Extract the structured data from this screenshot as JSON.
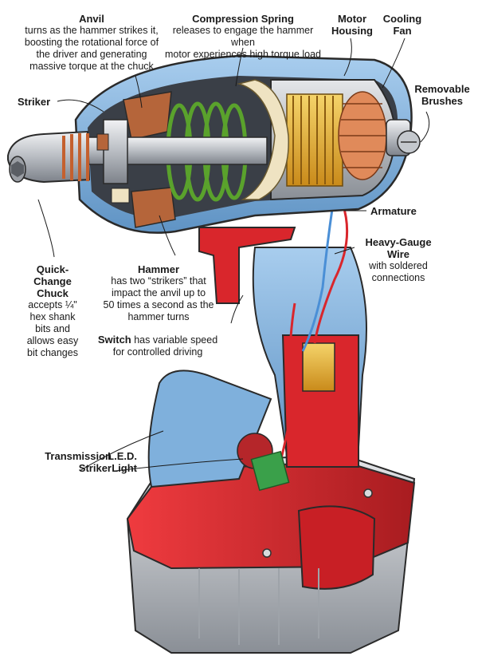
{
  "labels": {
    "anvil": {
      "title": "Anvil",
      "lines": [
        "turns as the hammer strikes it,",
        "boosting the rotational force of",
        "the driver and generating",
        "massive torque at the chuck"
      ]
    },
    "compression_spring": {
      "title": "Compression Spring",
      "lines": [
        "releases to engage the hammer when",
        "motor experiences high torque load"
      ]
    },
    "motor_housing": {
      "title_lines": [
        "Motor",
        "Housing"
      ]
    },
    "cooling_fan": {
      "title_lines": [
        "Cooling",
        "Fan"
      ]
    },
    "removable_brushes": {
      "title_lines": [
        "Removable",
        "Brushes"
      ]
    },
    "striker": {
      "title": "Striker"
    },
    "armature": {
      "title": "Armature"
    },
    "heavy_gauge_wire": {
      "title_lines": [
        "Heavy-Gauge",
        "Wire"
      ],
      "lines": [
        "with soldered",
        "connections"
      ]
    },
    "quick_change_chuck": {
      "title_lines": [
        "Quick-",
        "Change",
        "Chuck"
      ],
      "lines": [
        "accepts ¼\"",
        "hex shank",
        "bits and",
        "allows easy",
        "bit changes"
      ]
    },
    "hammer": {
      "title": "Hammer",
      "lines": [
        "has two “strikers” that",
        "impact the anvil up to",
        "50 times a second as the",
        "hammer turns"
      ]
    },
    "switch": {
      "title": "Switch",
      "rest": " has variable speed",
      "lines": [
        "for controlled driving"
      ]
    },
    "transmission_striker": {
      "title_lines": [
        "Transmission",
        "Striker"
      ]
    },
    "led_light": {
      "title_lines": [
        "L.E.D.",
        "Light"
      ]
    }
  },
  "colors": {
    "housing_blue": "#7fb0dc",
    "housing_dark": "#5f93c4",
    "body_red": "#d9262c",
    "red_dark": "#9e1a1e",
    "grey_body": "#c9ccd0",
    "grey_dark": "#8a8f96",
    "copper": "#b5653a",
    "gold": "#e8b230",
    "spring_green": "#7cc243",
    "steel": "#cfd3d8",
    "cream": "#efe3c2"
  }
}
